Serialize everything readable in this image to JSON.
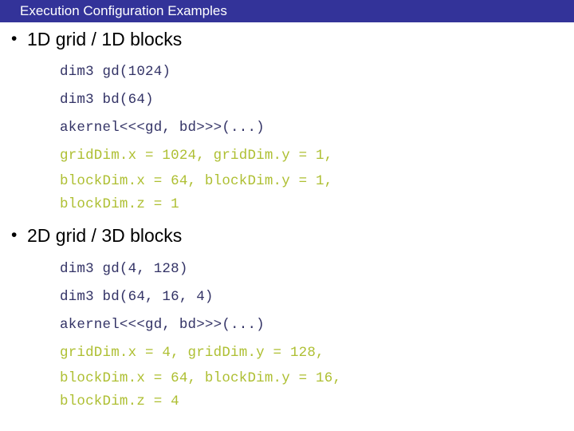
{
  "slide": {
    "title": "Execution Configuration Examples",
    "title_bar_color": "#333399",
    "title_text_color": "#ffffff",
    "background_color": "#ffffff",
    "code_navy_color": "#333366",
    "code_green_color": "#AEBF32",
    "bullet_glyph": "•"
  },
  "sections": [
    {
      "heading": "1D grid / 1D blocks",
      "code": [
        {
          "text": "dim3 gd(1024)",
          "color": "navy"
        },
        {
          "text": "dim3 bd(64)",
          "color": "navy"
        },
        {
          "text": "akernel<<<gd, bd>>>(...)",
          "color": "navy"
        },
        {
          "text": "gridDim.x = 1024, gridDim.y = 1,",
          "color": "green"
        },
        {
          "text": "blockDim.x = 64, blockDim.y = 1,",
          "color": "green"
        },
        {
          "text": "blockDim.z = 1",
          "color": "green"
        }
      ]
    },
    {
      "heading": "2D grid / 3D blocks",
      "code": [
        {
          "text": "dim3 gd(4, 128)",
          "color": "navy"
        },
        {
          "text": "dim3 bd(64, 16, 4)",
          "color": "navy"
        },
        {
          "text": "akernel<<<gd, bd>>>(...)",
          "color": "navy"
        },
        {
          "text": "gridDim.x = 4, gridDim.y = 128,",
          "color": "green"
        },
        {
          "text": "blockDim.x = 64, blockDim.y = 16,",
          "color": "green"
        },
        {
          "text": "blockDim.z = 4",
          "color": "green"
        }
      ]
    }
  ]
}
